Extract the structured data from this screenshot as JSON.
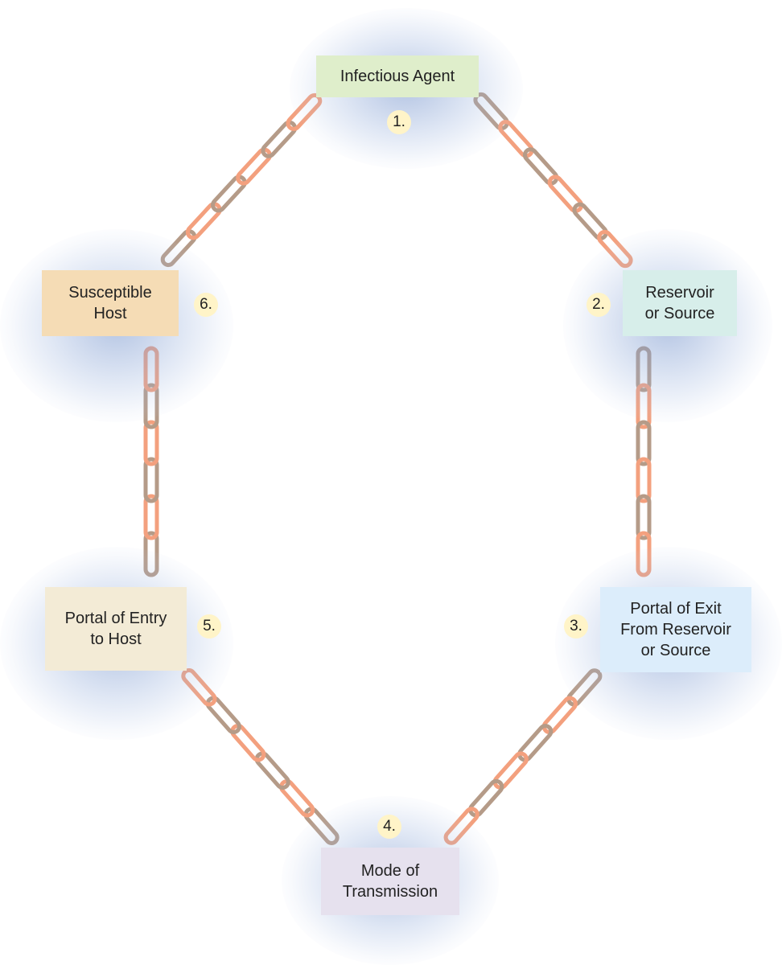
{
  "diagram": {
    "nodes": [
      {
        "number": "1.",
        "lines": [
          "Infectious Agent"
        ],
        "color": "#dfeecb"
      },
      {
        "number": "2.",
        "lines": [
          "Reservoir",
          "or Source"
        ],
        "color": "#d7eeea"
      },
      {
        "number": "3.",
        "lines": [
          "Portal of Exit",
          "From Reservoir",
          "or Source"
        ],
        "color": "#dcedfb"
      },
      {
        "number": "4.",
        "lines": [
          "Mode of",
          "Transmission"
        ],
        "color": "#e6e1ee"
      },
      {
        "number": "5.",
        "lines": [
          "Portal of Entry",
          "to Host"
        ],
        "color": "#f3ebd6"
      },
      {
        "number": "6.",
        "lines": [
          "Susceptible",
          "Host"
        ],
        "color": "#f5dcb5"
      }
    ],
    "chain_colors": {
      "tan": "#b59b88",
      "salmon": "#f3a07e"
    }
  }
}
